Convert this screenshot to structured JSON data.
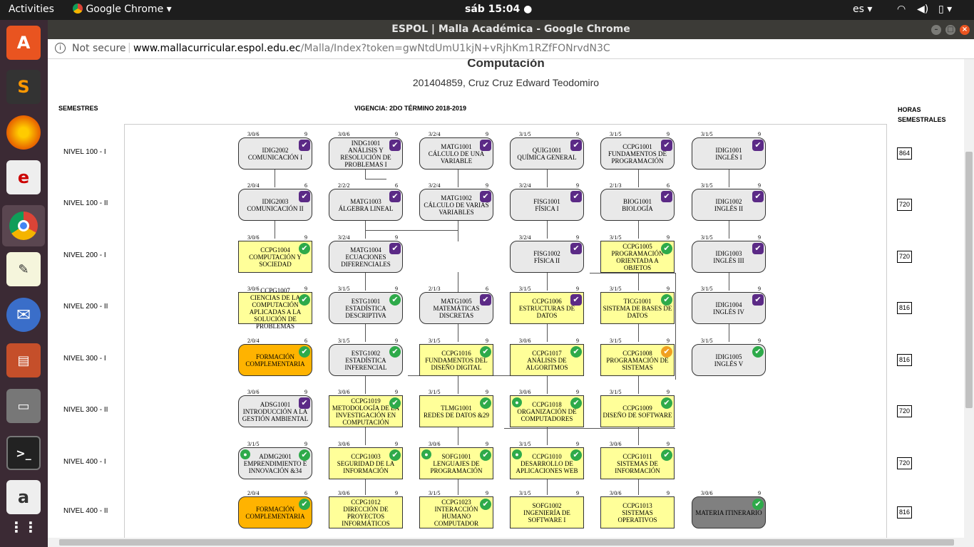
{
  "topbar": {
    "activities": "Activities",
    "app": "Google Chrome",
    "clock": "sáb 15:04",
    "lang": "es"
  },
  "window": {
    "title": "ESPOL | Malla Académica - Google Chrome"
  },
  "address": {
    "security": "Not secure",
    "domain": "www.mallacurricular.espol.edu.ec",
    "path": "/Malla/Index?token=gwNtdUmU1kjN+vRjhKm1RZfFONrvdN3C"
  },
  "page": {
    "heading": "Computación",
    "student": "201404859, Cruz Cruz Edward Teodomiro",
    "semestres_label": "SEMESTRES",
    "vigencia": "VIGENCIA: 2DO TÉRMINO 2018-2019",
    "horas_label_1": "HORAS",
    "horas_label_2": "SEMESTRALES"
  },
  "levels": [
    "NIVEL 100 - I",
    "NIVEL 100 - II",
    "NIVEL 200 - I",
    "NIVEL 200 - II",
    "NIVEL 300 - I",
    "NIVEL 300 - II",
    "NIVEL 400 - I",
    "NIVEL 400 - II"
  ],
  "hours": [
    "864",
    "720",
    "720",
    "816",
    "816",
    "720",
    "720",
    "816"
  ],
  "courses": [
    {
      "code": "IDIG2002",
      "name": "COMUNICACIÓN I",
      "cred": "3/0/6",
      "h": "9",
      "style": "g",
      "status": "p"
    },
    {
      "code": "INDG1001",
      "name": "ANÁLISIS Y RESOLUCIÓN DE PROBLEMAS I",
      "cred": "3/0/6",
      "h": "9",
      "style": "g",
      "status": "p"
    },
    {
      "code": "MATG1001",
      "name": "CÁLCULO DE UNA VARIABLE",
      "cred": "3/2/4",
      "h": "9",
      "style": "g",
      "status": "p"
    },
    {
      "code": "QUIG1001",
      "name": "QUÍMICA GENERAL",
      "cred": "3/1/5",
      "h": "9",
      "style": "g",
      "status": "p"
    },
    {
      "code": "CCPG1001",
      "name": "FUNDAMENTOS DE PROGRAMACIÓN",
      "cred": "3/1/5",
      "h": "9",
      "style": "g",
      "status": "p"
    },
    {
      "code": "IDIG1001",
      "name": "INGLÉS I",
      "cred": "3/1/5",
      "h": "9",
      "style": "g",
      "status": "p"
    },
    {
      "code": "IDIG2003",
      "name": "COMUNICACIÓN II",
      "cred": "2/0/4",
      "h": "6",
      "style": "g",
      "status": "p"
    },
    {
      "code": "MATG1003",
      "name": "ÁLGEBRA LINEAL",
      "cred": "2/2/2",
      "h": "6",
      "style": "g",
      "status": "p"
    },
    {
      "code": "MATG1002",
      "name": "CÁLCULO DE VARIAS VARIABLES",
      "cred": "3/2/4",
      "h": "9",
      "style": "g",
      "status": "p"
    },
    {
      "code": "FISG1001",
      "name": "FÍSICA I",
      "cred": "3/2/4",
      "h": "9",
      "style": "g",
      "status": "p"
    },
    {
      "code": "BIOG1001",
      "name": "BIOLOGÍA",
      "cred": "2/1/3",
      "h": "6",
      "style": "g",
      "status": "p"
    },
    {
      "code": "IDIG1002",
      "name": "INGLÉS II",
      "cred": "3/1/5",
      "h": "9",
      "style": "g",
      "status": "p"
    },
    {
      "code": "CCPG1004",
      "name": "COMPUTACIÓN Y SOCIEDAD",
      "cred": "3/0/6",
      "h": "9",
      "style": "y",
      "status": "gr"
    },
    {
      "code": "MATG1004",
      "name": "ECUACIONES DIFERENCIALES",
      "cred": "3/2/4",
      "h": "9",
      "style": "g",
      "status": "p"
    },
    {
      "code": "FISG1002",
      "name": "FÍSICA II",
      "cred": "3/2/4",
      "h": "9",
      "style": "g",
      "status": "p"
    },
    {
      "code": "CCPG1005",
      "name": "PROGRAMACIÓN ORIENTADA A OBJETOS",
      "cred": "3/1/5",
      "h": "9",
      "style": "y",
      "status": "gr"
    },
    {
      "code": "IDIG1003",
      "name": "INGLÉS III",
      "cred": "3/1/5",
      "h": "9",
      "style": "g",
      "status": "p"
    },
    {
      "code": "CCPG1007",
      "name": "CIENCIAS DE LA COMPUTACIÓN APLICADAS A LA SOLUCIÓN DE PROBLEMAS",
      "cred": "3/0/6",
      "h": "9",
      "style": "y",
      "status": "gr"
    },
    {
      "code": "ESTG1001",
      "name": "ESTADÍSTICA DESCRIPTIVA",
      "cred": "3/1/5",
      "h": "9",
      "style": "g",
      "status": "gr"
    },
    {
      "code": "MATG1005",
      "name": "MATEMÁTICAS DISCRETAS",
      "cred": "2/1/3",
      "h": "6",
      "style": "g",
      "status": "p"
    },
    {
      "code": "CCPG1006",
      "name": "ESTRUCTURAS DE DATOS",
      "cred": "3/1/5",
      "h": "9",
      "style": "y",
      "status": "p"
    },
    {
      "code": "TICG1001",
      "name": "SISTEMA DE BASES DE DATOS",
      "cred": "3/1/5",
      "h": "9",
      "style": "y",
      "status": "gr"
    },
    {
      "code": "IDIG1004",
      "name": "INGLÉS IV",
      "cred": "3/1/5",
      "h": "9",
      "style": "g",
      "status": "p"
    },
    {
      "code": "",
      "name": "FORMACIÓN COMPLEMENTARIA",
      "cred": "2/0/4",
      "h": "6",
      "style": "o",
      "status": "gr"
    },
    {
      "code": "ESTG1002",
      "name": "ESTADÍSTICA INFERENCIAL",
      "cred": "3/1/5",
      "h": "9",
      "style": "g",
      "status": "gr"
    },
    {
      "code": "CCPG1016",
      "name": "FUNDAMENTOS DEL DISEÑO DIGITAL",
      "cred": "3/1/5",
      "h": "9",
      "style": "y",
      "status": "gr"
    },
    {
      "code": "CCPG1017",
      "name": "ANÁLISIS DE ALGORITMOS",
      "cred": "3/0/6",
      "h": "9",
      "style": "y",
      "status": "gr"
    },
    {
      "code": "CCPG1008",
      "name": "PROGRAMACIÓN DE SISTEMAS",
      "cred": "3/1/5",
      "h": "9",
      "style": "y",
      "status": "or"
    },
    {
      "code": "IDIG1005",
      "name": "INGLÉS V",
      "cred": "3/1/5",
      "h": "9",
      "style": "g",
      "status": "gr"
    },
    {
      "code": "ADSG1001",
      "name": "INTRODUCCIÓN A LA GESTIÓN AMBIENTAL",
      "cred": "3/0/6",
      "h": "9",
      "style": "g",
      "status": "p"
    },
    {
      "code": "CCPG1019",
      "name": "METODOLOGÍA DE LA INVESTIGACIÓN EN COMPUTACIÓN",
      "cred": "3/0/6",
      "h": "9",
      "style": "y",
      "status": "gr"
    },
    {
      "code": "TLMG1001",
      "name": "REDES DE DATOS &29",
      "cred": "3/1/5",
      "h": "9",
      "style": "y",
      "status": "gr"
    },
    {
      "code": "CCPG1018",
      "name": "ORGANIZACIÓN DE COMPUTADORES",
      "cred": "3/0/6",
      "h": "9",
      "style": "y",
      "status": "gr",
      "user": true
    },
    {
      "code": "CCPG1009",
      "name": "DISEÑO DE SOFTWARE",
      "cred": "3/1/5",
      "h": "9",
      "style": "y",
      "status": "gr"
    },
    {
      "code": "ADMG2001",
      "name": "EMPRENDIMIENTO E INNOVACIÓN &34",
      "cred": "3/1/5",
      "h": "9",
      "style": "g",
      "status": "gr",
      "user": true
    },
    {
      "code": "CCPG1003",
      "name": "SEGURIDAD DE LA INFORMACIÓN",
      "cred": "3/0/6",
      "h": "9",
      "style": "y",
      "status": "gr"
    },
    {
      "code": "SOFG1001",
      "name": "LENGUAJES DE PROGRAMACIÓN",
      "cred": "3/0/6",
      "h": "9",
      "style": "y",
      "status": "gr",
      "user": true
    },
    {
      "code": "CCPG1010",
      "name": "DESARROLLO DE APLICACIONES WEB",
      "cred": "3/1/5",
      "h": "9",
      "style": "y",
      "status": "gr",
      "user": true
    },
    {
      "code": "CCPG1011",
      "name": "SISTEMAS DE INFORMACIÓN",
      "cred": "3/0/6",
      "h": "9",
      "style": "y",
      "status": "gr"
    },
    {
      "code": "",
      "name": "FORMACIÓN COMPLEMENTARIA",
      "cred": "2/0/4",
      "h": "6",
      "style": "o",
      "status": "gr"
    },
    {
      "code": "CCPG1012",
      "name": "DIRECCIÓN DE PROYECTOS INFORMÁTICOS",
      "cred": "3/0/6",
      "h": "9",
      "style": "y",
      "status": "none"
    },
    {
      "code": "CCPG1023",
      "name": "INTERACCIÓN HUMANO COMPUTADOR",
      "cred": "3/1/5",
      "h": "9",
      "style": "y",
      "status": "gr"
    },
    {
      "code": "SOFG1002",
      "name": "INGENIERÍA DE SOFTWARE I",
      "cred": "3/1/5",
      "h": "9",
      "style": "y",
      "status": "none"
    },
    {
      "code": "CCPG1013",
      "name": "SISTEMAS OPERATIVOS",
      "cred": "3/0/6",
      "h": "9",
      "style": "y",
      "status": "none"
    },
    {
      "code": "",
      "name": "MATERIA ITINERARIO",
      "cred": "3/0/6",
      "h": "9",
      "style": "d",
      "status": "gr"
    }
  ]
}
